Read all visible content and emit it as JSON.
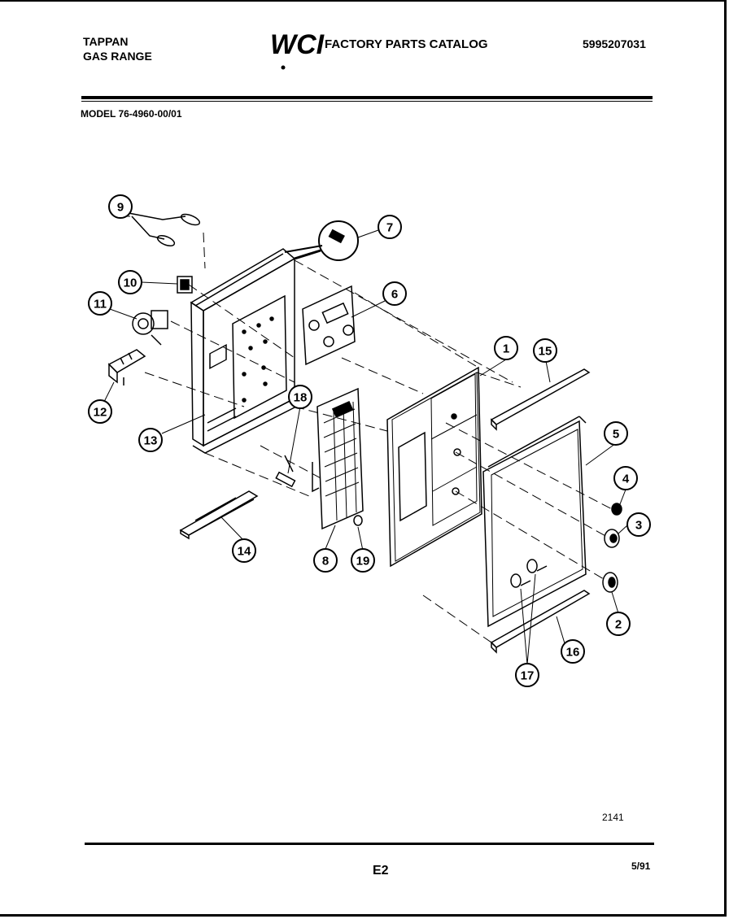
{
  "header": {
    "brand_line1": "TAPPAN",
    "brand_line2": "GAS RANGE",
    "logo_text": "WCI",
    "catalog_title": "FACTORY PARTS CATALOG",
    "part_number": "5995207031"
  },
  "model": "MODEL 76-4960-00/01",
  "callouts": [
    {
      "id": "1",
      "label": "1"
    },
    {
      "id": "2",
      "label": "2"
    },
    {
      "id": "3",
      "label": "3"
    },
    {
      "id": "4",
      "label": "4"
    },
    {
      "id": "5",
      "label": "5"
    },
    {
      "id": "6",
      "label": "6"
    },
    {
      "id": "7",
      "label": "7"
    },
    {
      "id": "8",
      "label": "8"
    },
    {
      "id": "9",
      "label": "9"
    },
    {
      "id": "10",
      "label": "10"
    },
    {
      "id": "11",
      "label": "11"
    },
    {
      "id": "12",
      "label": "12"
    },
    {
      "id": "13",
      "label": "13"
    },
    {
      "id": "14",
      "label": "14"
    },
    {
      "id": "15",
      "label": "15"
    },
    {
      "id": "16",
      "label": "16"
    },
    {
      "id": "17",
      "label": "17"
    },
    {
      "id": "18",
      "label": "18"
    },
    {
      "id": "19",
      "label": "19"
    }
  ],
  "footer": {
    "drawing_code": "2141",
    "page_id": "E2",
    "date": "5/91"
  }
}
